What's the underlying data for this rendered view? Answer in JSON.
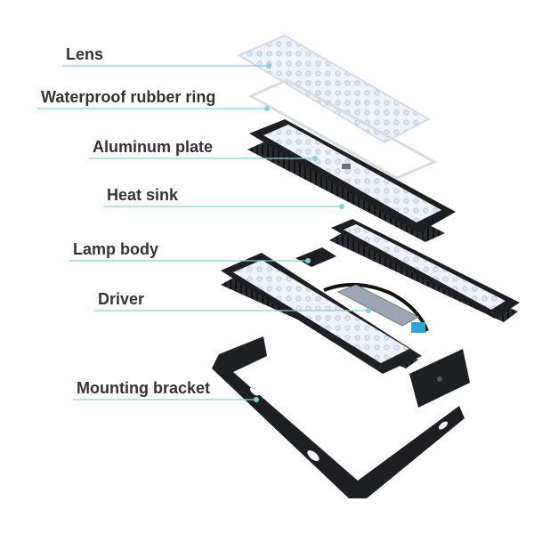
{
  "labels": {
    "lens": "Lens",
    "ring": "Waterproof rubber ring",
    "plate": "Aluminum plate",
    "heatsink": "Heat sink",
    "body": "Lamp body",
    "driver": "Driver",
    "bracket": "Mounting bracket"
  },
  "colors": {
    "leader": "#7fd3d9",
    "housing": "#1e1f22",
    "led_panel": "#e9f0f8",
    "led": "#c7d6e8",
    "lens": "#eef2f7",
    "ring": "#d8dce2"
  },
  "icons": [
    "led-chip",
    "cable-connector"
  ]
}
